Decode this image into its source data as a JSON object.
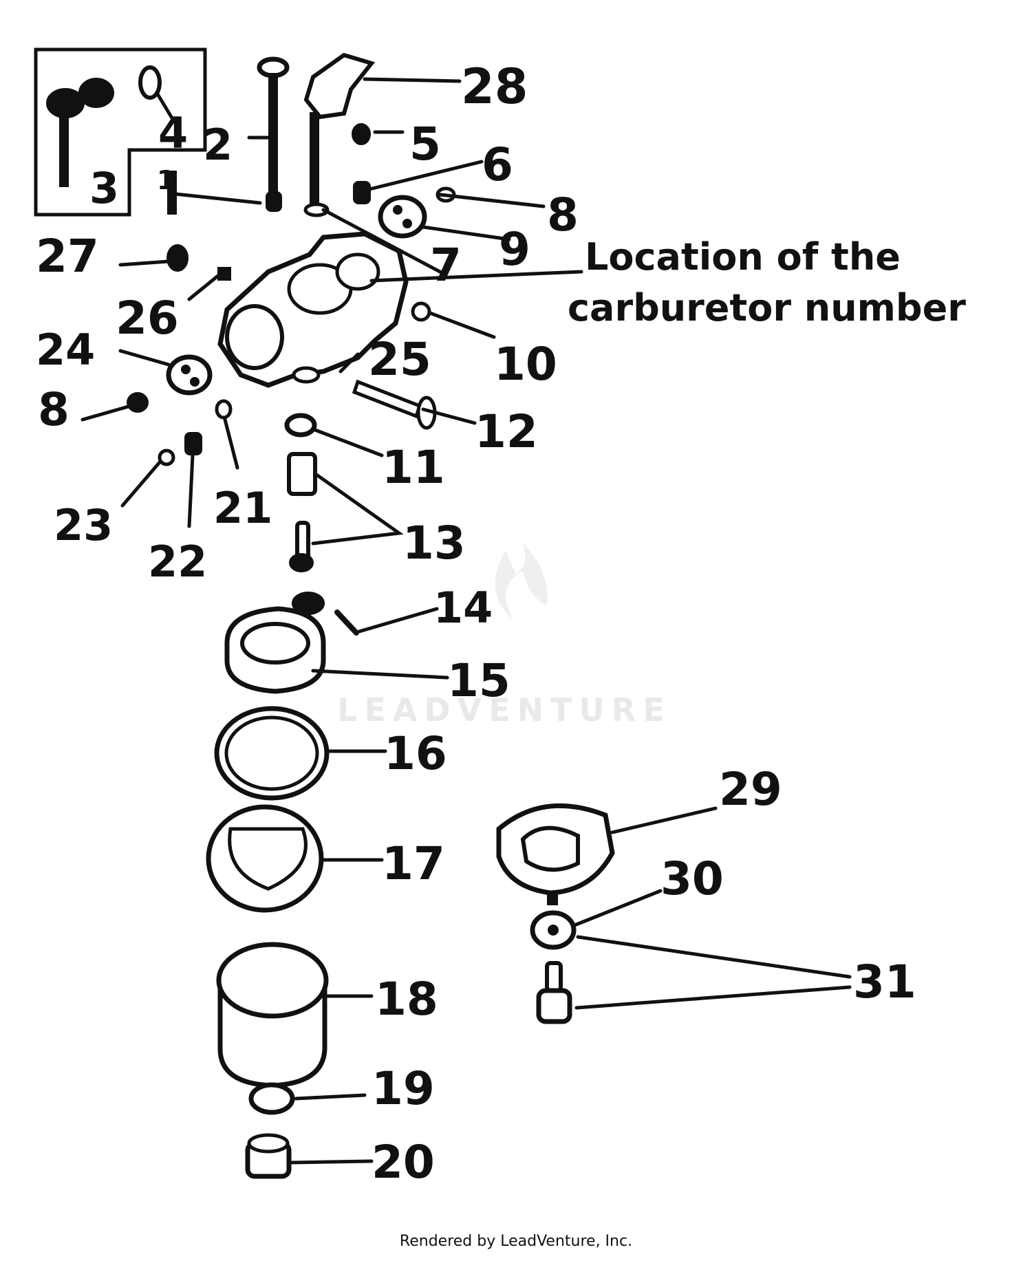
{
  "diagram": {
    "callouts": [
      {
        "id": "1",
        "label": "1"
      },
      {
        "id": "2",
        "label": "2"
      },
      {
        "id": "3",
        "label": "3"
      },
      {
        "id": "4",
        "label": "4"
      },
      {
        "id": "5",
        "label": "5"
      },
      {
        "id": "6",
        "label": "6"
      },
      {
        "id": "7",
        "label": "7"
      },
      {
        "id": "8a",
        "label": "8"
      },
      {
        "id": "8b",
        "label": "8"
      },
      {
        "id": "9",
        "label": "9"
      },
      {
        "id": "10",
        "label": "10"
      },
      {
        "id": "11",
        "label": "11"
      },
      {
        "id": "12",
        "label": "12"
      },
      {
        "id": "13",
        "label": "13"
      },
      {
        "id": "14",
        "label": "14"
      },
      {
        "id": "15",
        "label": "15"
      },
      {
        "id": "16",
        "label": "16"
      },
      {
        "id": "17",
        "label": "17"
      },
      {
        "id": "18",
        "label": "18"
      },
      {
        "id": "19",
        "label": "19"
      },
      {
        "id": "20",
        "label": "20"
      },
      {
        "id": "21",
        "label": "21"
      },
      {
        "id": "22",
        "label": "22"
      },
      {
        "id": "23",
        "label": "23"
      },
      {
        "id": "24",
        "label": "24"
      },
      {
        "id": "25",
        "label": "25"
      },
      {
        "id": "26",
        "label": "26"
      },
      {
        "id": "27",
        "label": "27"
      },
      {
        "id": "28",
        "label": "28"
      },
      {
        "id": "29",
        "label": "29"
      },
      {
        "id": "30",
        "label": "30"
      },
      {
        "id": "31",
        "label": "31"
      }
    ],
    "note_line1": "Location of the",
    "note_line2": "carburetor number"
  },
  "watermark": {
    "text": "LEADVENTURE"
  },
  "footer": {
    "text": "Rendered by LeadVenture, Inc."
  }
}
